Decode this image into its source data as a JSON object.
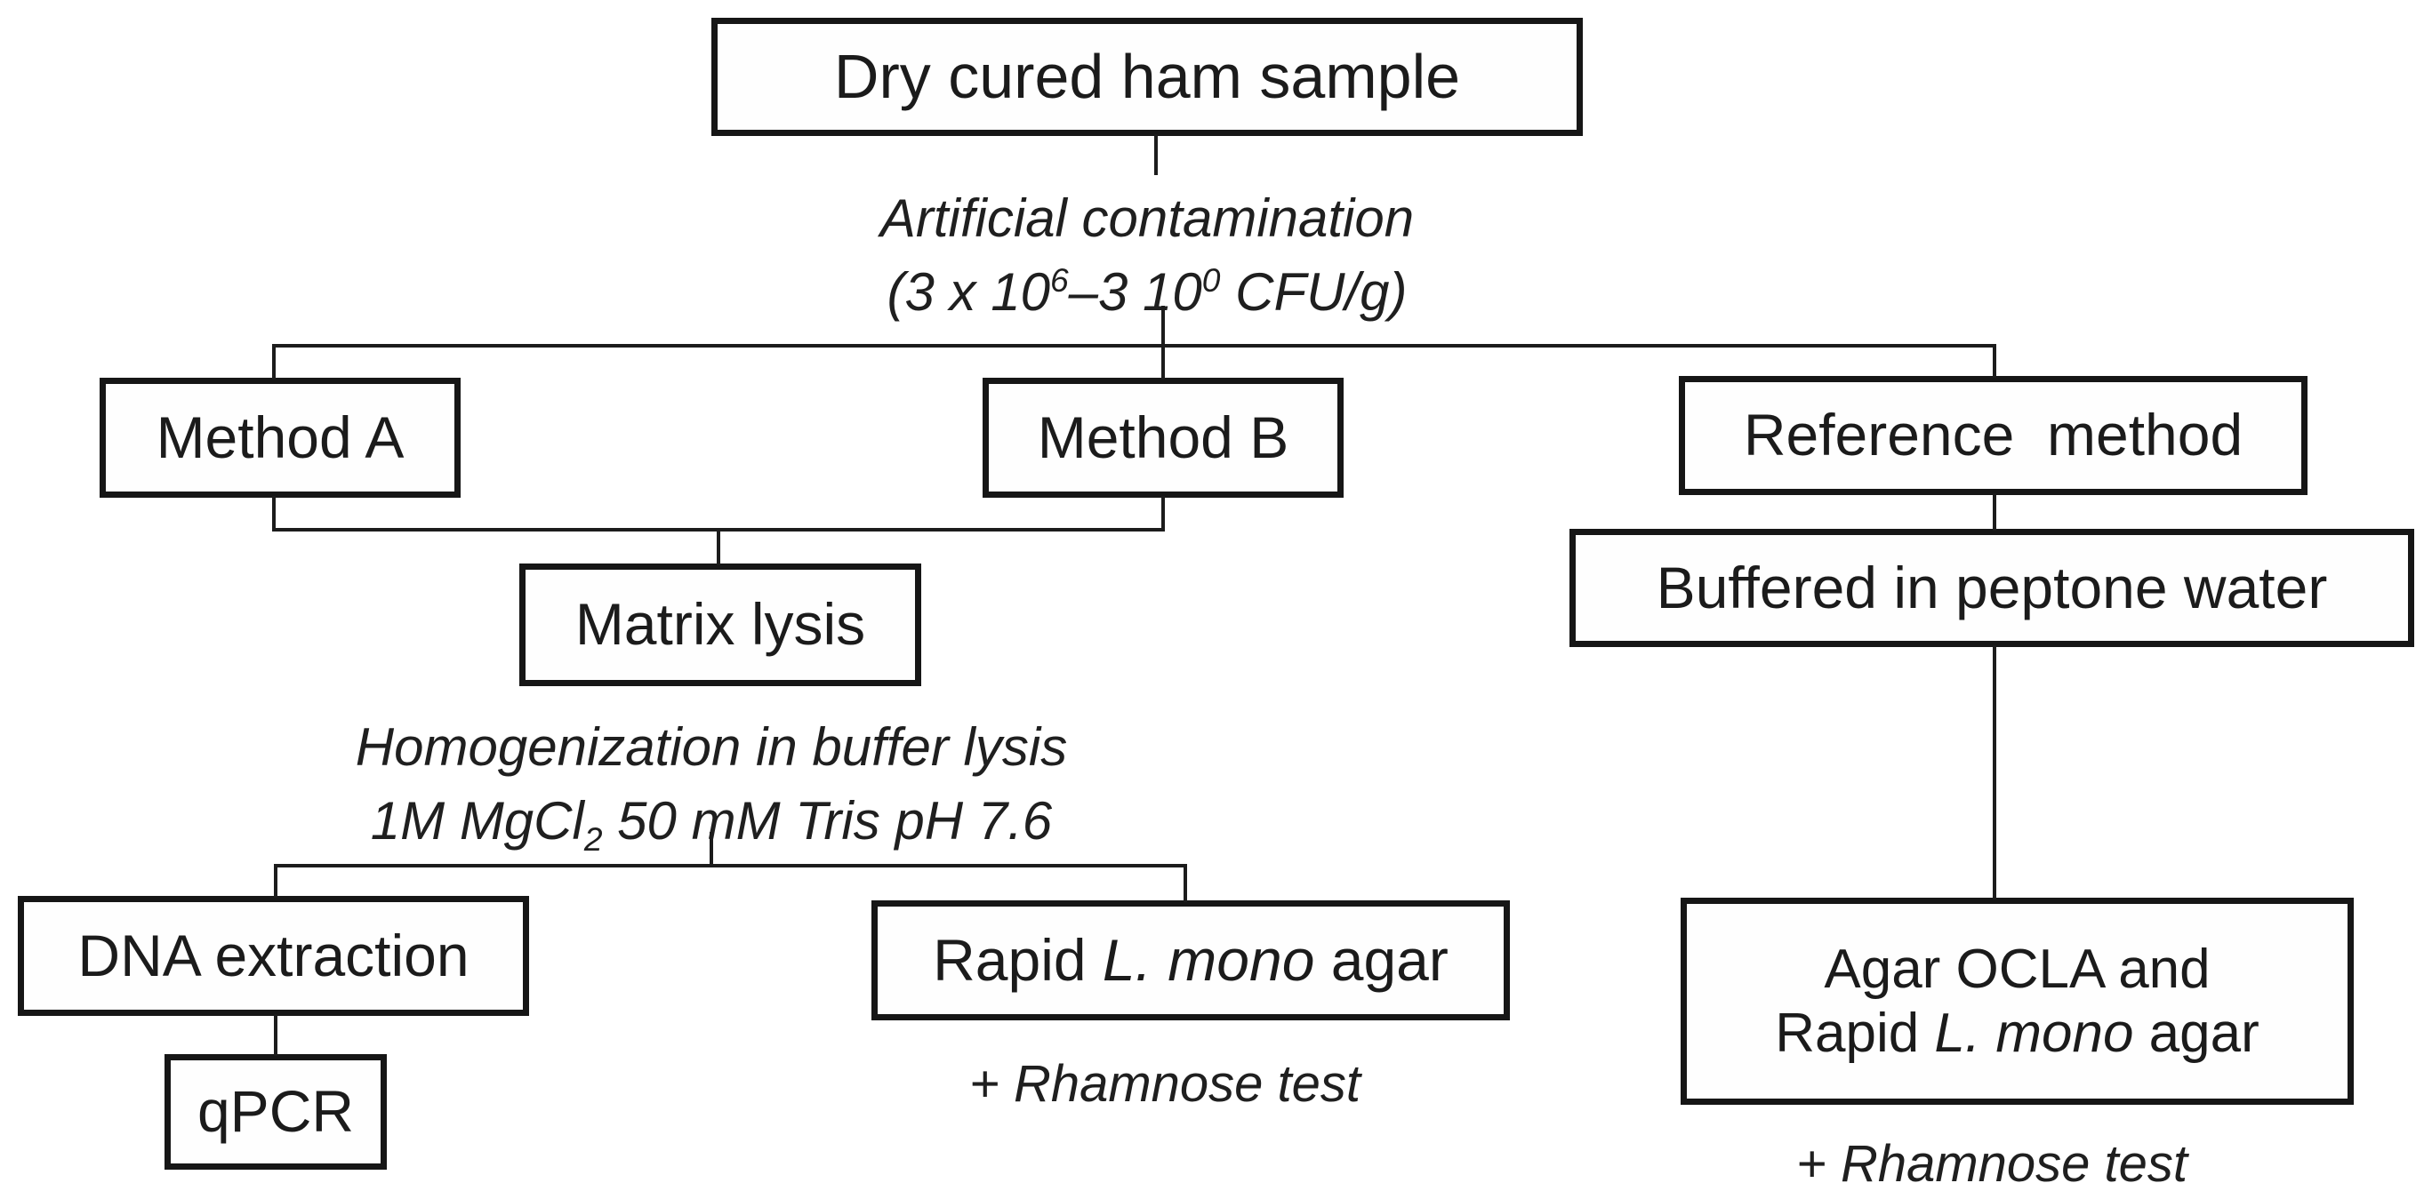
{
  "nodes": {
    "dry_cured_ham": {
      "label": "Dry cured ham sample"
    },
    "method_a": {
      "label": "Method A"
    },
    "method_b": {
      "label": "Method B"
    },
    "reference_method": {
      "label": "Reference  method"
    },
    "matrix_lysis": {
      "label": "Matrix lysis"
    },
    "dna_extraction": {
      "label": "DNA extraction"
    },
    "qpcr": {
      "label": "qPCR"
    },
    "rapid_agar": {
      "pre": "Rapid ",
      "species": "L. mono",
      "post": " agar"
    },
    "buffered_peptone": {
      "label": "Buffered in peptone water"
    },
    "agar_ocla": {
      "line1": "Agar OCLA and",
      "line2_pre": "Rapid ",
      "line2_species": "L. mono",
      "line2_post": " agar"
    }
  },
  "annotations": {
    "contamination": {
      "line1": "Artificial contamination",
      "open": "(3 x 10",
      "exp1": "6",
      "mid": "–3 10",
      "exp2": "0",
      "close": " CFU/g)"
    },
    "homogenization": {
      "line1": "Homogenization in buffer lysis",
      "pre": "1M MgCl",
      "sub": "2",
      "post": " 50 mM Tris pH 7.6"
    },
    "rhamnose_left": {
      "label": "+ Rhamnose test"
    },
    "rhamnose_right": {
      "label": "+ Rhamnose test"
    }
  },
  "colors": {
    "ink": "#1b1b1b",
    "line": "#1c1c1c",
    "background": "#ffffff"
  }
}
